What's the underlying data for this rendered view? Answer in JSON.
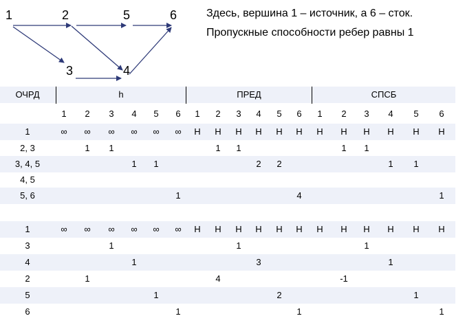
{
  "graph": {
    "nodes": [
      {
        "id": "n1",
        "label": "1"
      },
      {
        "id": "n2",
        "label": "2"
      },
      {
        "id": "n5",
        "label": "5"
      },
      {
        "id": "n6",
        "label": "6"
      },
      {
        "id": "n3",
        "label": "3"
      },
      {
        "id": "n4",
        "label": "4"
      }
    ],
    "edges": [
      {
        "from": "1",
        "to": "2"
      },
      {
        "from": "1",
        "to": "3"
      },
      {
        "from": "2",
        "to": "5"
      },
      {
        "from": "2",
        "to": "4"
      },
      {
        "from": "3",
        "to": "4"
      },
      {
        "from": "5",
        "to": "6"
      },
      {
        "from": "4",
        "to": "6"
      }
    ]
  },
  "description": {
    "line1": "Здесь, вершина 1 – источник, а 6 – сток.",
    "line2": "Пропускные способности ребер равны 1"
  },
  "table": {
    "groups": [
      "ОЧРД",
      "h",
      "ПРЕД",
      "СПСБ"
    ],
    "numbers": [
      "1",
      "2",
      "3",
      "4",
      "5",
      "6",
      "1",
      "2",
      "3",
      "4",
      "5",
      "6",
      "1",
      "2",
      "3",
      "4",
      "5",
      "6"
    ],
    "rows": [
      {
        "q": "1",
        "cells": [
          "∞",
          "∞",
          "∞",
          "∞",
          "∞",
          "∞",
          "Н",
          "Н",
          "Н",
          "Н",
          "Н",
          "Н",
          "Н",
          "Н",
          "Н",
          "Н",
          "Н",
          "Н"
        ]
      },
      {
        "q": "2, 3",
        "cells": [
          "",
          "1",
          "1",
          "",
          "",
          "",
          "",
          "1",
          "1",
          "",
          "",
          "",
          "",
          "1",
          "1",
          "",
          "",
          ""
        ]
      },
      {
        "q": "3, 4, 5",
        "cells": [
          "",
          "",
          "",
          "1",
          "1",
          "",
          "",
          "",
          "",
          "2",
          "2",
          "",
          "",
          "",
          "",
          "1",
          "1",
          ""
        ]
      },
      {
        "q": "4, 5",
        "cells": [
          "",
          "",
          "",
          "",
          "",
          "",
          "",
          "",
          "",
          "",
          "",
          "",
          "",
          "",
          "",
          "",
          "",
          ""
        ]
      },
      {
        "q": "5, 6",
        "cells": [
          "",
          "",
          "",
          "",
          "",
          "1",
          "",
          "",
          "",
          "",
          "",
          "4",
          "",
          "",
          "",
          "",
          "",
          "1"
        ]
      },
      {
        "q": "",
        "cells": [
          "",
          "",
          "",
          "",
          "",
          "",
          "",
          "",
          "",
          "",
          "",
          "",
          "",
          "",
          "",
          "",
          "",
          ""
        ]
      },
      {
        "q": "1",
        "cells": [
          "∞",
          "∞",
          "∞",
          "∞",
          "∞",
          "∞",
          "Н",
          "Н",
          "Н",
          "Н",
          "Н",
          "Н",
          "Н",
          "Н",
          "Н",
          "Н",
          "Н",
          "Н"
        ]
      },
      {
        "q": "3",
        "cells": [
          "",
          "",
          "1",
          "",
          "",
          "",
          "",
          "",
          "1",
          "",
          "",
          "",
          "",
          "",
          "1",
          "",
          "",
          ""
        ]
      },
      {
        "q": "4",
        "cells": [
          "",
          "",
          "",
          "1",
          "",
          "",
          "",
          "",
          "",
          "3",
          "",
          "",
          "",
          "",
          "",
          "1",
          "",
          ""
        ]
      },
      {
        "q": "2",
        "cells": [
          "",
          "1",
          "",
          "",
          "",
          "",
          "",
          "4",
          "",
          "",
          "",
          "",
          "",
          "-1",
          "",
          "",
          "",
          ""
        ]
      },
      {
        "q": "5",
        "cells": [
          "",
          "",
          "",
          "",
          "1",
          "",
          "",
          "",
          "",
          "",
          "2",
          "",
          "",
          "",
          "",
          "",
          "1",
          ""
        ]
      },
      {
        "q": "6",
        "cells": [
          "",
          "",
          "",
          "",
          "",
          "1",
          "",
          "",
          "",
          "",
          "",
          "1",
          "",
          "",
          "",
          "",
          "",
          "1"
        ]
      }
    ]
  }
}
